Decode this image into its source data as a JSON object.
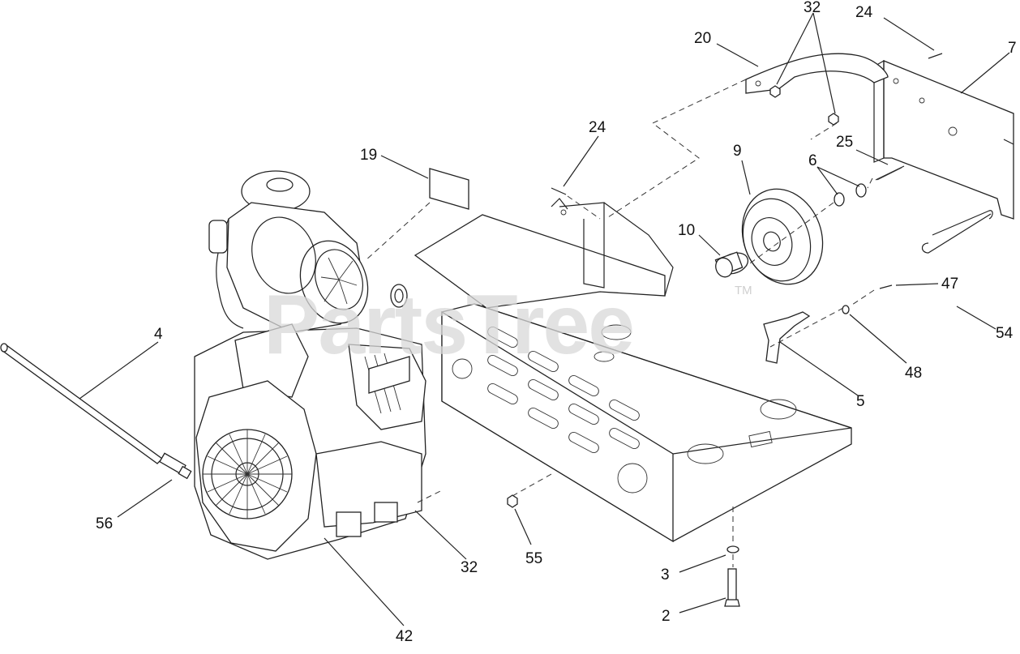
{
  "watermark": {
    "text": "PartsTree",
    "tm": "TM"
  },
  "callouts": [
    {
      "id": "c32a",
      "label": "32"
    },
    {
      "id": "c24a",
      "label": "24"
    },
    {
      "id": "c20",
      "label": "20"
    },
    {
      "id": "c7",
      "label": "7"
    },
    {
      "id": "c19",
      "label": "19"
    },
    {
      "id": "c24b",
      "label": "24"
    },
    {
      "id": "c9",
      "label": "9"
    },
    {
      "id": "c6",
      "label": "6"
    },
    {
      "id": "c25",
      "label": "25"
    },
    {
      "id": "c10",
      "label": "10"
    },
    {
      "id": "c47",
      "label": "47"
    },
    {
      "id": "c54",
      "label": "54"
    },
    {
      "id": "c4",
      "label": "4"
    },
    {
      "id": "c48",
      "label": "48"
    },
    {
      "id": "c5",
      "label": "5"
    },
    {
      "id": "c56",
      "label": "56"
    },
    {
      "id": "c32b",
      "label": "32"
    },
    {
      "id": "c55",
      "label": "55"
    },
    {
      "id": "c3",
      "label": "3"
    },
    {
      "id": "c2",
      "label": "2"
    },
    {
      "id": "c42",
      "label": "42"
    }
  ]
}
